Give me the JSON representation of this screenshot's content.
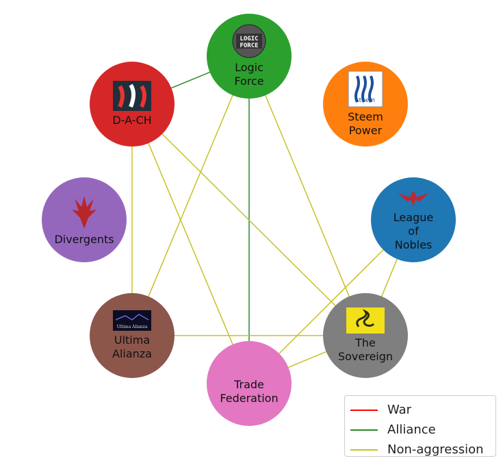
{
  "colors": {
    "alliance": "#2a8a2a",
    "non_aggression": "#c8c026",
    "war": "#ff0000"
  },
  "nodes": [
    {
      "id": "logic",
      "label": "Logic\nForce",
      "color": "#2ca02c",
      "emblem": "logic-force-logo",
      "emblem_text": "LOGIC FORCE"
    },
    {
      "id": "steem",
      "label": "Steem\nPower",
      "color": "#ff7f0e",
      "emblem": "steem-logo",
      "emblem_text": "steem"
    },
    {
      "id": "league",
      "label": "League\nof\nNobles",
      "color": "#1f77b4",
      "emblem": "eagle-emblem"
    },
    {
      "id": "sovereign",
      "label": "The\nSovereign",
      "color": "#7f7f7f",
      "emblem": "gadsden-flag"
    },
    {
      "id": "trade",
      "label": "Trade\nFederation",
      "color": "#e377c2"
    },
    {
      "id": "ultima",
      "label": "Ultima\nAlianza",
      "color": "#8c564b",
      "emblem": "ultima-alianza-banner",
      "emblem_text": "Ultima Alianza"
    },
    {
      "id": "divergents",
      "label": "Divergents",
      "color": "#9467bd",
      "emblem": "phoenix-emblem"
    },
    {
      "id": "dach",
      "label": "D-A-CH",
      "color": "#d62728",
      "emblem": "dach-flags"
    }
  ],
  "edges": [
    {
      "from": "dach",
      "to": "logic",
      "type": "alliance"
    },
    {
      "from": "logic",
      "to": "trade",
      "type": "alliance"
    },
    {
      "from": "logic",
      "to": "ultima",
      "type": "non_aggression"
    },
    {
      "from": "logic",
      "to": "sovereign",
      "type": "non_aggression"
    },
    {
      "from": "dach",
      "to": "ultima",
      "type": "non_aggression"
    },
    {
      "from": "dach",
      "to": "trade",
      "type": "non_aggression"
    },
    {
      "from": "dach",
      "to": "sovereign",
      "type": "non_aggression"
    },
    {
      "from": "league",
      "to": "trade",
      "type": "non_aggression"
    },
    {
      "from": "league",
      "to": "sovereign",
      "type": "non_aggression"
    },
    {
      "from": "ultima",
      "to": "sovereign",
      "type": "non_aggression"
    },
    {
      "from": "trade",
      "to": "sovereign",
      "type": "non_aggression"
    }
  ],
  "legend": [
    {
      "label": "War",
      "type": "war"
    },
    {
      "label": "Alliance",
      "type": "alliance"
    },
    {
      "label": "Non-aggression",
      "type": "non_aggression"
    }
  ]
}
